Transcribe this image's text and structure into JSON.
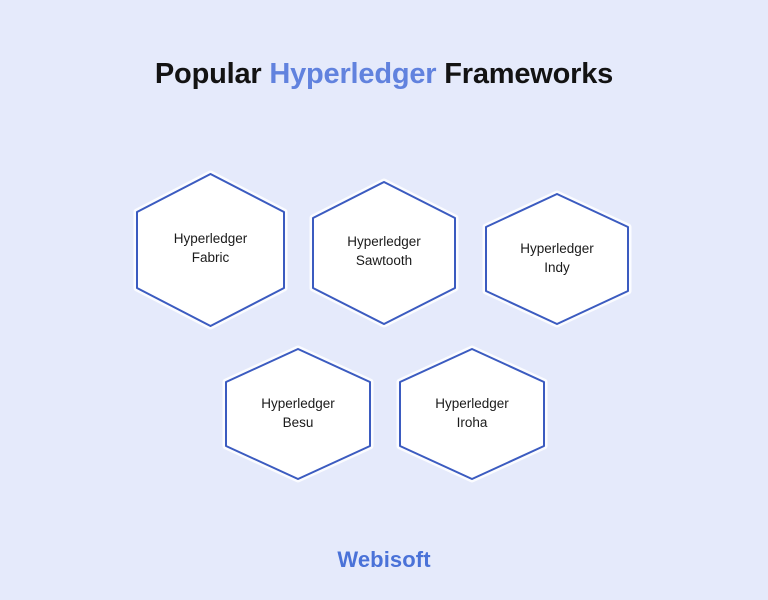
{
  "background_color": "#e5eafb",
  "accent_color": "#6182de",
  "hex_stroke_color": "#3b5bc0",
  "hex_fill_color": "#ffffff",
  "title": {
    "part1": "Popular ",
    "accent": "Hyperledger",
    "part2": " Frameworks",
    "full": "Popular Hyperledger Frameworks"
  },
  "hexagons": [
    {
      "line1": "Hyperledger",
      "line2": "Fabric",
      "name": "hyperledger-fabric"
    },
    {
      "line1": "Hyperledger",
      "line2": "Sawtooth",
      "name": "hyperledger-sawtooth"
    },
    {
      "line1": "Hyperledger",
      "line2": "Indy",
      "name": "hyperledger-indy"
    },
    {
      "line1": "Hyperledger",
      "line2": "Besu",
      "name": "hyperledger-besu"
    },
    {
      "line1": "Hyperledger",
      "line2": "Iroha",
      "name": "hyperledger-iroha"
    }
  ],
  "footer": {
    "brand": "Webisoft",
    "brand_color": "#4a72d8"
  }
}
